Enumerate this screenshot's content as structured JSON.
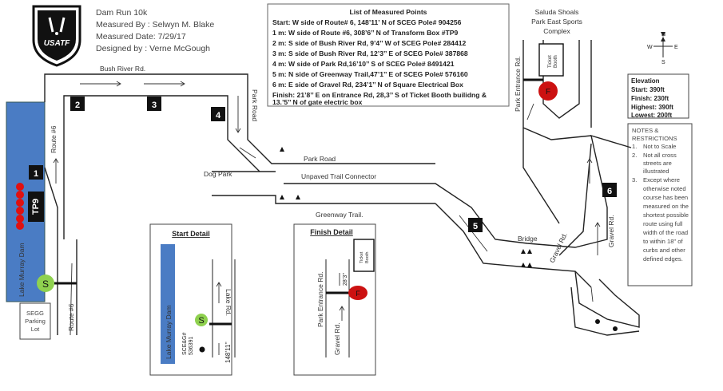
{
  "header": {
    "title": "Dam Run  10k",
    "measured_by": "Measured By : Selwyn M. Blake",
    "measured_date": "Measured Date: 7/29/17",
    "designed_by": "Designed by : Verne McGough",
    "logo_text": "USATF"
  },
  "measured_points": {
    "title": "List of Measured Points",
    "items": [
      "Start: W side of Route# 6, 148’11’ N of SCEG Pole# 904256",
      "1 m: W side of Route #6,  308’6’’ N of  Transform Box #TP9",
      "2 m: S side of Bush River Rd,  9’4’’ W of SCEG Pole# 284412",
      "3 m: S side of Bush River Rd, 12’3’’ E of SCEG Pole# 387868",
      "4 m: W side of Park Rd,16’10’’ S of SCEG Pole# 8491421",
      "5 m: N side of Greenway Trail,47’1’’ E of SCEG Pole# 576160",
      "6 m: E side of Gravel Rd, 234’1’’ N of Square  Electrical Box",
      "Finish: 21’8’’ E on Entrance Rd, 28,3’’ S of Ticket Booth builidng &",
      "13.’5’’ N of gate electric box"
    ]
  },
  "venue": [
    "Saluda Shoals",
    "Park East Sports",
    "Complex"
  ],
  "compass": {
    "n": "N",
    "s": "S",
    "e": "E",
    "w": "W"
  },
  "elevation": {
    "title": "Elevation",
    "start": "Start: 390ft",
    "finish": "Finish: 230ft",
    "highest": "Highest: 390ft",
    "lowest": "Lowest: 200ft"
  },
  "notes": {
    "title_1": "NOTES &",
    "title_2": "RESTRICTIONS",
    "items": [
      {
        "num": "1.",
        "lines": [
          "Not to Scale"
        ]
      },
      {
        "num": "2.",
        "lines": [
          "Not all cross",
          "streets are",
          "illustrated"
        ]
      },
      {
        "num": "3.",
        "lines": [
          "Except where",
          "otherwise noted",
          "course has been",
          "measured on the",
          "shortest possible",
          "route using full",
          "width of the road",
          "to within 18\" of",
          "curbs and other",
          "defined edges."
        ]
      }
    ]
  },
  "labels": {
    "bush_river": "Bush River Rd.",
    "route6_top": "Route #6",
    "route6_bottom": "Route #6",
    "park_road_v": "Park Road",
    "park_road_h": "Park Road",
    "dog_park": "Dog Park",
    "unpaved": "Unpaved Trail Connector",
    "greenway": "Greenway Trail.",
    "bridge": "Bridge",
    "gravel_bridge": "Gravel Rd.",
    "gravel_rd": "Gravel Rd.",
    "park_entrance": "Park Entrance Rd.",
    "ticket_booth": [
      "Ticket",
      "Booth"
    ],
    "dam": "Lake Murray Dam",
    "parking": [
      "SEGG",
      "Parking",
      "Lot"
    ],
    "tp9": "TP9"
  },
  "markers": {
    "m1": "1",
    "m2": "2",
    "m3": "3",
    "m4": "4",
    "m5": "5",
    "m6": "6",
    "start": "S",
    "finish": "F"
  },
  "start_detail": {
    "title": "Start Detail",
    "dam": "Lake Murray Dam",
    "pole": [
      "SCE&G#",
      "536391"
    ],
    "road": "Lake Rd.",
    "distance": "148’11’’",
    "start": "S"
  },
  "finish_detail": {
    "title": "Finish Detail",
    "road": "Park Entrance Rd.",
    "gravel": "Gravel Rd.",
    "booth": [
      "Ticket",
      "Booth"
    ],
    "distance": "28’3’’",
    "finish": "F"
  },
  "colors": {
    "water": "#4a7cc4",
    "start": "#8fd14f",
    "finish": "#cc1111",
    "marker": "#111111"
  }
}
